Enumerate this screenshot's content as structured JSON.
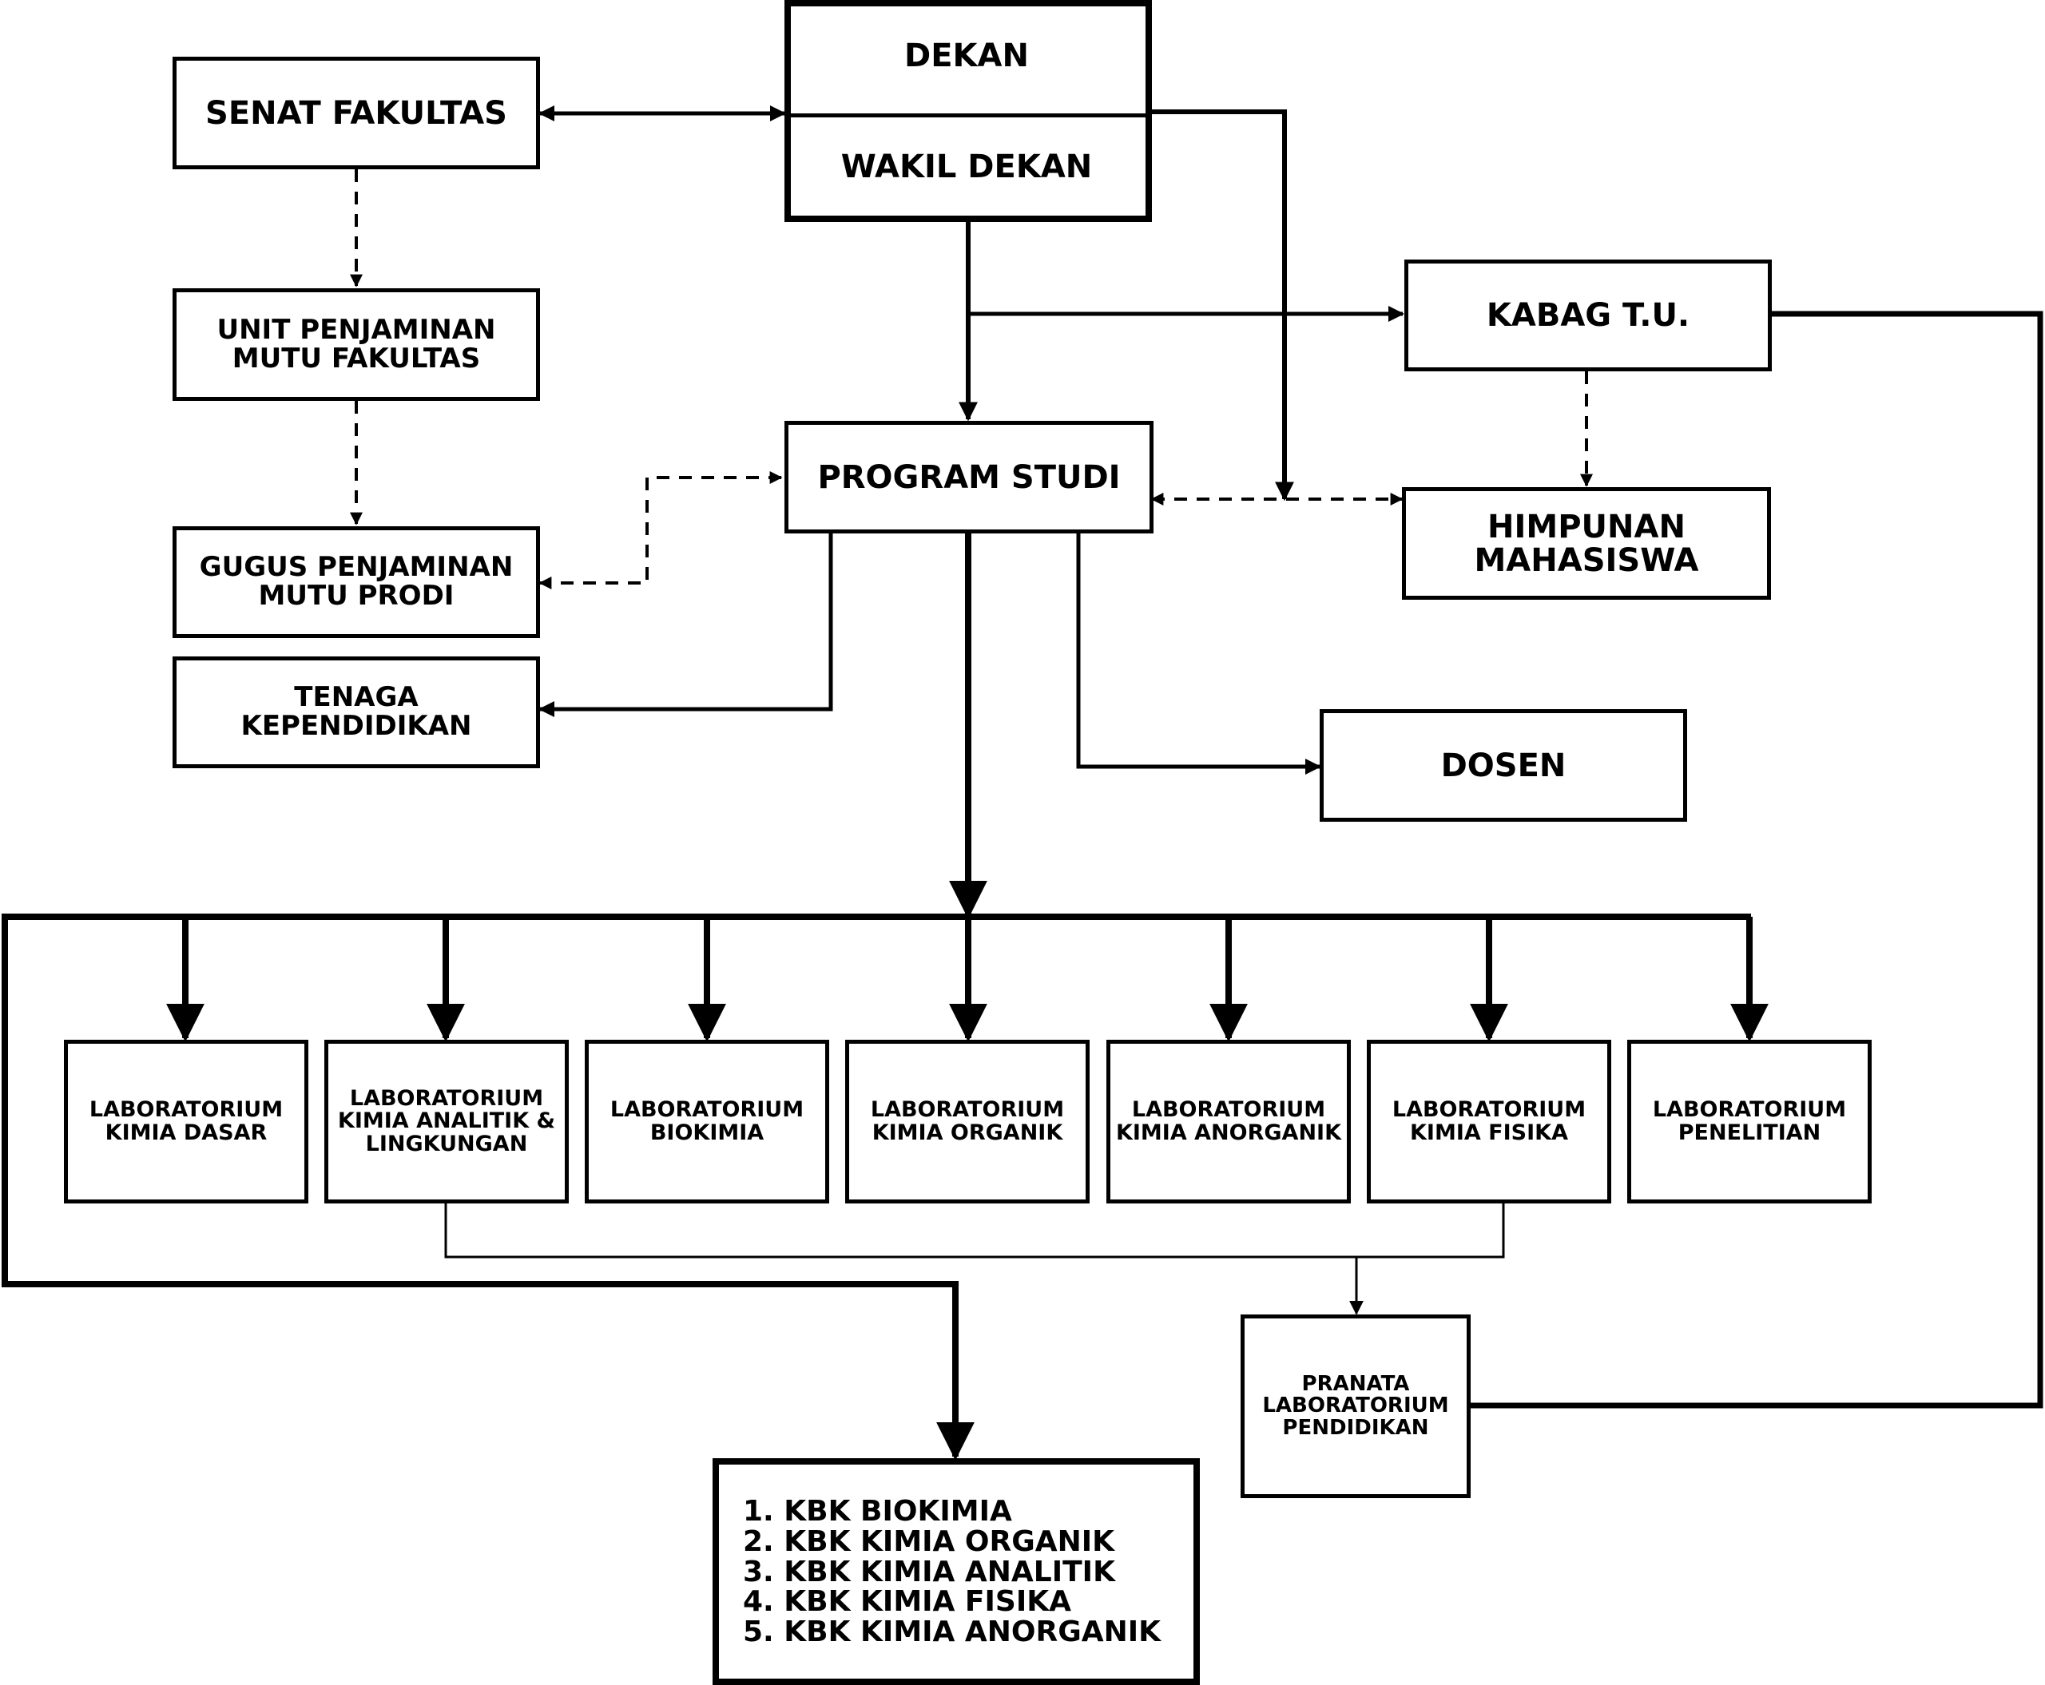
{
  "nodes": {
    "senat": "SENAT FAKULTAS",
    "dekan": "DEKAN",
    "wakil_dekan": "WAKIL DEKAN",
    "unit_penjaminan": "UNIT PENJAMINAN\nMUTU FAKULTAS",
    "kabag_tu": "KABAG T.U.",
    "program_studi": "PROGRAM STUDI",
    "gugus_penjaminan": "GUGUS PENJAMINAN\nMUTU PRODI",
    "himpunan": "HIMPUNAN\nMAHASISWA",
    "tenaga": "TENAGA\nKEPENDIDIKAN",
    "dosen": "DOSEN",
    "pranata": "PRANATA\nLABORATORIUM\nPENDIDIKAN"
  },
  "labs": [
    "LABORATORIUM\nKIMIA DASAR",
    "LABORATORIUM\nKIMIA ANALITIK &\nLINGKUNGAN",
    "LABORATORIUM\nBIOKIMIA",
    "LABORATORIUM\nKIMIA ORGANIK",
    "LABORATORIUM\nKIMIA ANORGANIK",
    "LABORATORIUM\nKIMIA FISIKA",
    "LABORATORIUM\nPENELITIAN"
  ],
  "kbk": [
    "1. KBK BIOKIMIA",
    "2. KBK KIMIA ORGANIK",
    "3. KBK KIMIA ANALITIK",
    "4. KBK KIMIA FISIKA",
    "5. KBK KIMIA ANORGANIK"
  ]
}
